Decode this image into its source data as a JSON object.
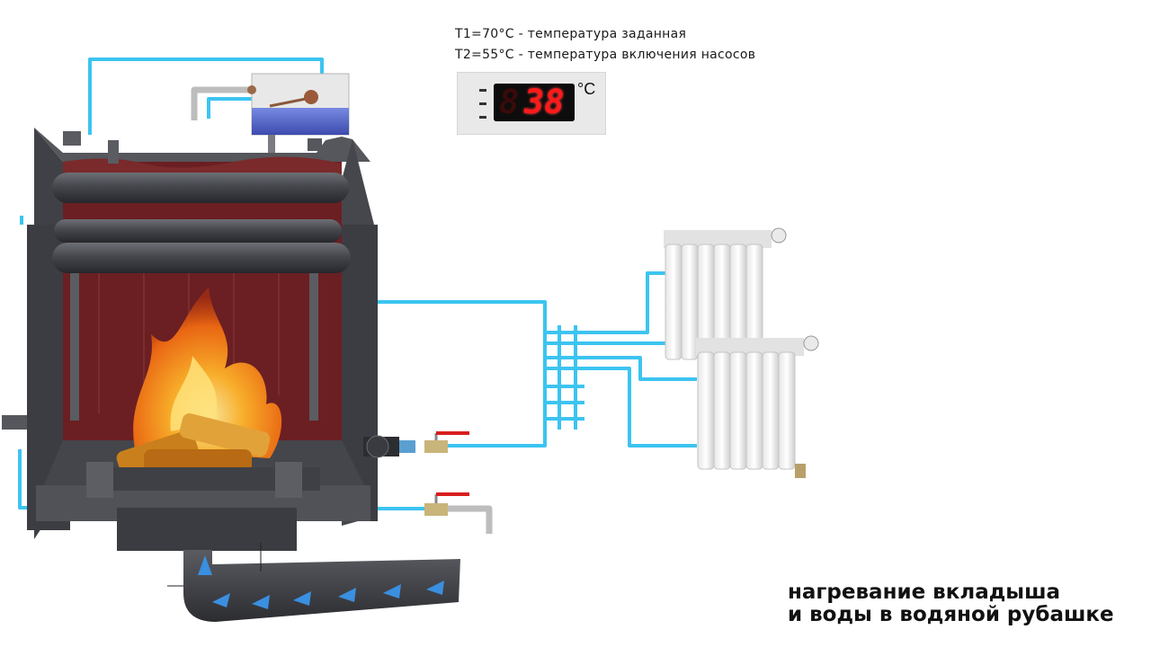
{
  "legend": {
    "t1": "T1=70°C - температура заданная",
    "t2": "T2=55°C - температура включения насосов"
  },
  "controller": {
    "ghost_digit": "8.",
    "reading": "38",
    "unit": "°C"
  },
  "caption": {
    "line1": "нагревание вкладыша",
    "line2": "и воды в водяной рубашке"
  },
  "colors": {
    "water_pipe": "#3cc4f0",
    "boiler_body": "#4a4c52",
    "firebox": "#6b1f22",
    "flame": "#ff8a1a",
    "display_digits": "#ff1a1a",
    "air_arrows": "#3a8fe0",
    "valve_handle": "#d81e1e"
  }
}
